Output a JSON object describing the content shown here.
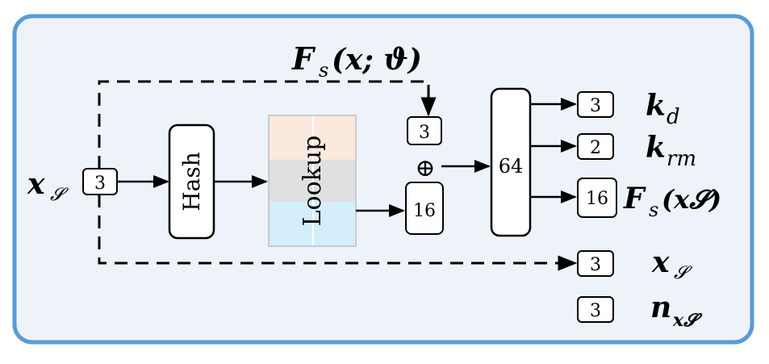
{
  "header": {
    "formula_main": "F",
    "formula_sub": "s",
    "formula_args": "(x; ϑ)"
  },
  "input": {
    "symbol": "x",
    "subscript": "𝓢",
    "dim": "3"
  },
  "blocks": {
    "hash_label": "Hash",
    "lookup_label": "Lookup",
    "concat_top_dim": "3",
    "concat_bottom_dim": "16",
    "oplus": "⊕",
    "mlp_dim": "64"
  },
  "outputs": [
    {
      "dim": "3",
      "symbol": "k",
      "subscript": "d",
      "suffix": ""
    },
    {
      "dim": "2",
      "symbol": "k",
      "subscript": "rm",
      "suffix": ""
    },
    {
      "dim": "16",
      "symbol": "F",
      "subscript": "s",
      "suffix": "(x𝓢)"
    },
    {
      "dim": "3",
      "symbol": "x",
      "subscript": "𝓢",
      "suffix": ""
    },
    {
      "dim": "3",
      "symbol": "n",
      "subscript": "x𝓢",
      "suffix": ""
    }
  ],
  "colors": {
    "panel_bg": "#eef3fa",
    "panel_border": "#5b9bd5",
    "lookup_band_top": "#fbe9de",
    "lookup_band_mid": "#e0e0e0",
    "lookup_band_bottom": "#d4eefb",
    "stroke": "#000000"
  }
}
